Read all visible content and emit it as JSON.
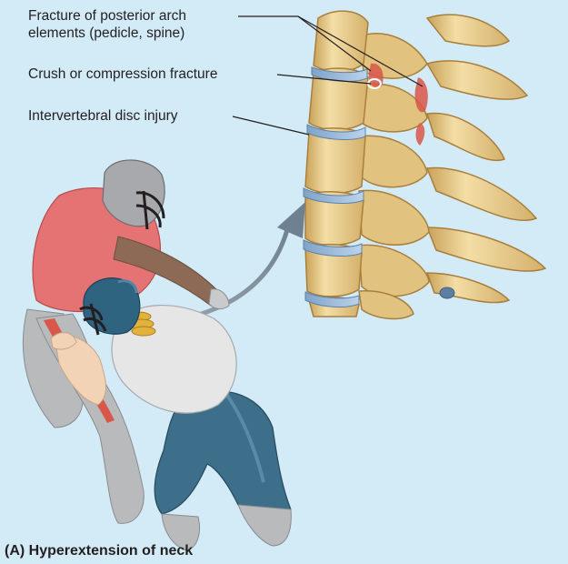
{
  "figure": {
    "labels": {
      "posterior_arch_line1": "Fracture of posterior arch",
      "posterior_arch_line2": "elements (pedicle, spine)",
      "crush_fracture": "Crush or compression fracture",
      "disc_injury": "Intervertebral disc injury"
    },
    "caption": "(A) Hyperextension of neck"
  },
  "colors": {
    "background": "#d3ebf7",
    "bone": "#e9cf92",
    "bone_shadow": "#b58a42",
    "disc": "#8fb3d6",
    "fracture": "#d9574a",
    "arrow": "#8a98a3",
    "jersey_red": "#e57373",
    "jersey_white": "#e6e6e6",
    "pants_blue": "#3d6e8a",
    "helmet_blue": "#2f6480",
    "helmet_grey": "#a7a9ac",
    "skin": "#f2d3b5",
    "dark_skin": "#8c6a55"
  }
}
